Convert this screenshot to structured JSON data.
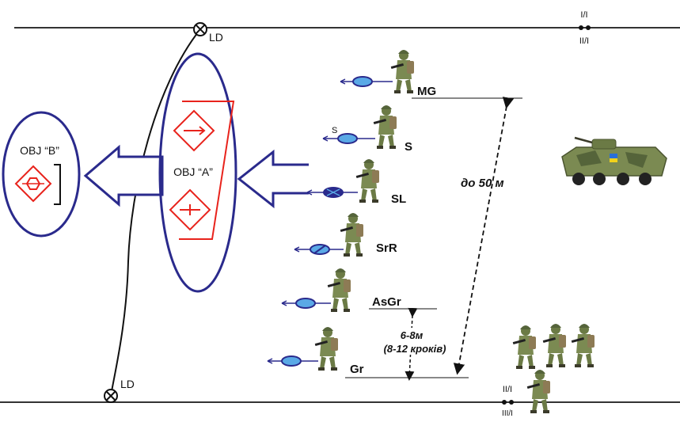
{
  "ld_label_top": "LD",
  "ld_label_bottom": "LD",
  "boundary_top": {
    "upper": "I/I",
    "lower": "II/I"
  },
  "boundary_bottom": {
    "upper": "II/I",
    "lower": "III/I"
  },
  "objectives": {
    "obj_a": "OBJ “A”",
    "obj_b": "OBJ “B”"
  },
  "formation": [
    {
      "role": "MG"
    },
    {
      "role": "S",
      "symbol_letter": "S"
    },
    {
      "role": "SL"
    },
    {
      "role": "SrR"
    },
    {
      "role": "AsGr"
    },
    {
      "role": "Gr"
    }
  ],
  "distances": {
    "total": "до 50 м",
    "spacing_line1": "6-8м",
    "spacing_line2": "(8-12 кроків)"
  },
  "colors": {
    "navy": "#2a2a8c",
    "red": "#e8231c",
    "symbol_blue": "#5aa9e6",
    "camo": "#7b8a52"
  }
}
